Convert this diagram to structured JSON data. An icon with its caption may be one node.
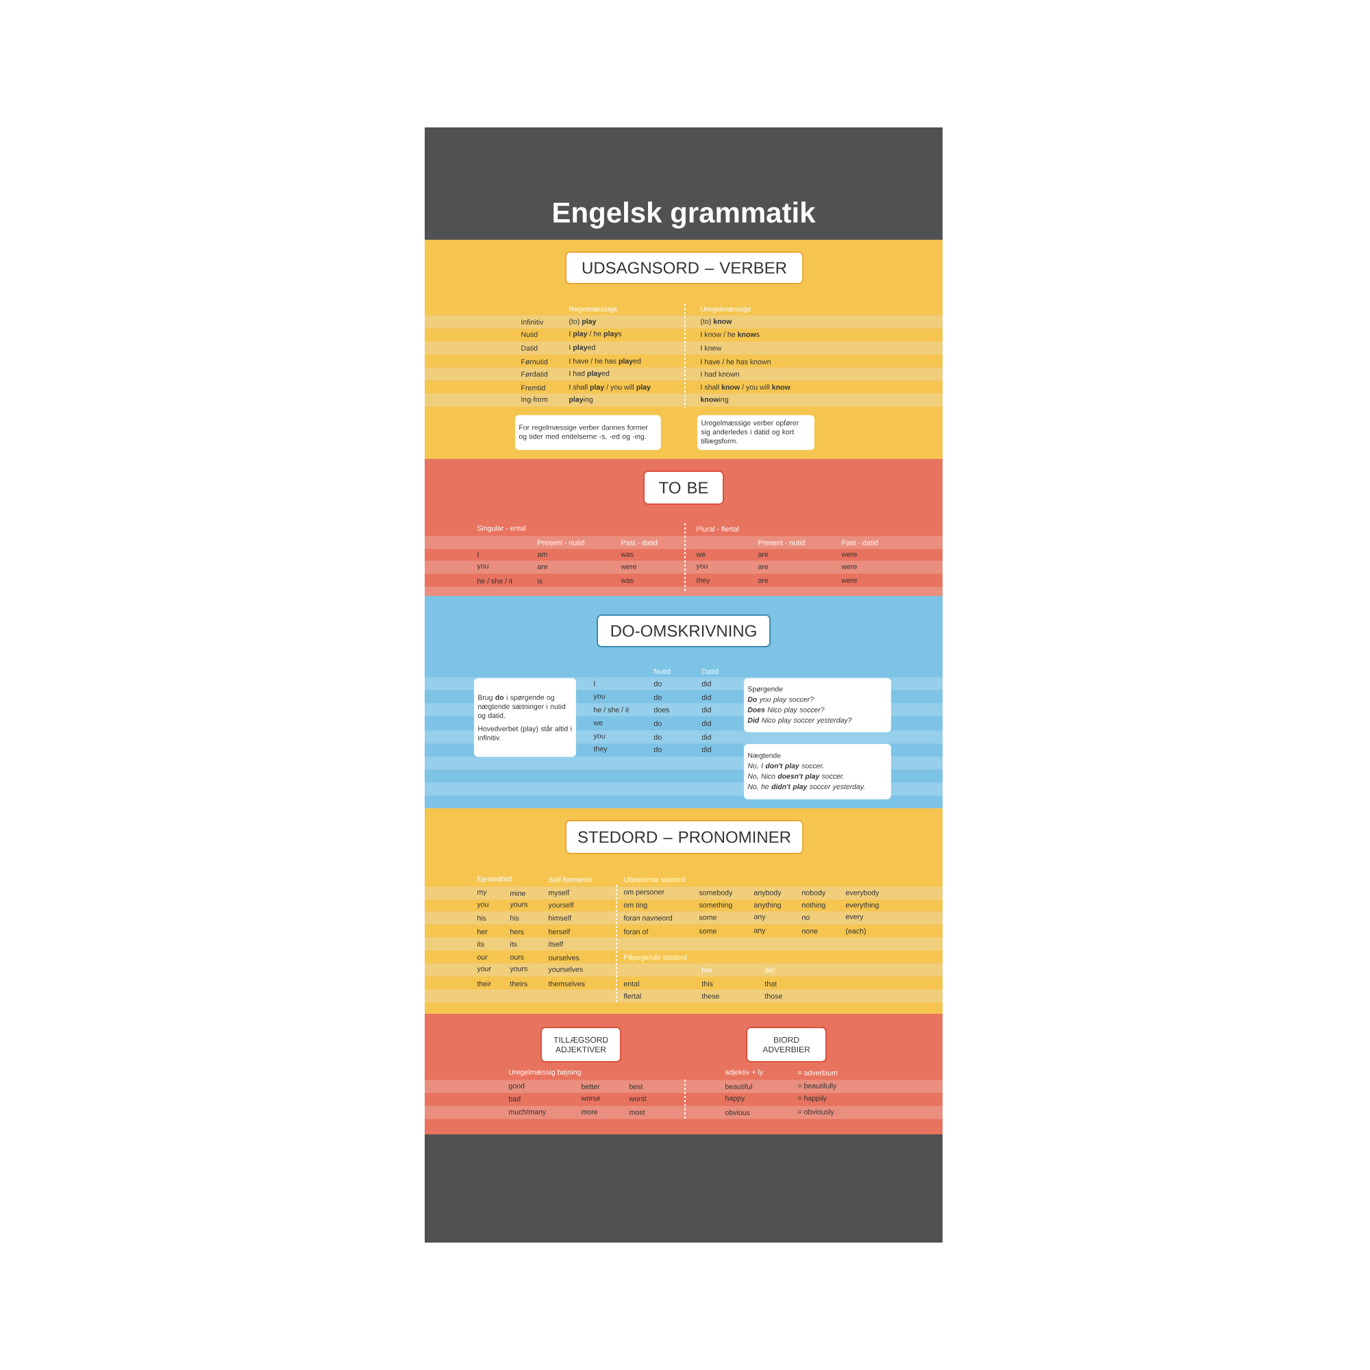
{
  "diagram": {
    "title": "Engelsk grammatik",
    "nodes": [
      {
        "text": [
          "UDSAGNSORD – VERBER"
        ]
      },
      {
        "text": [
          "For regelmæssige verber dannes former og tider med endelserne -s, -ed og -ing."
        ]
      },
      {
        "text": [
          "Uregelmæssige verber opfører sig anderledes i datid og kort tillægsform."
        ]
      },
      {
        "text": [
          "TO BE"
        ]
      },
      {
        "text": [
          "DO-OMSKRIVNING"
        ]
      },
      {
        "text": [
          "Brug **do** i spørgende og nægtende sætninger i nutid og datid.",
          "Hovedverbet (play) står altid i infinitiv."
        ]
      },
      {
        "text": [
          "Spørgende",
          "**Do** you play soccer?",
          "**Does** Nico play soccer?",
          "**Did** Nico play soccer yesterday?"
        ]
      },
      {
        "text": [
          "Nægtende",
          "No, I **don't play** soccer.",
          "No, Nico **doesn't play** soccer.",
          "No, he **didn't play** soccer yesterday."
        ]
      },
      {
        "text": [
          "STEDORD – PRONOMINER"
        ]
      },
      {
        "text": [
          "TILLÆGSORD ADJEKTIVER"
        ]
      },
      {
        "text": [
          "BIORD ADVERBIER"
        ]
      }
    ],
    "labels": [
      "Regelmæssige",
      "Uregelmæssige",
      "Infinitiv",
      "(to) **play**",
      "(to) **know**",
      "Nutid",
      "I **play** / he **play**s",
      "I know / he **know**s",
      "Datid",
      "I **play**ed",
      "I knew",
      "Førnutid",
      "I have / he has **play**ed",
      "I have / he has known",
      "Førdatid",
      "I had **play**ed",
      "I had known",
      "Fremtid",
      "I shall **play** / you will **play**",
      "I shall **know** / you will **know**",
      "Ing-form",
      "**play**ing",
      "**know**ing",
      "Singular - ental",
      "Plural - flertal",
      "Present - nutid",
      "Past - datid",
      "Present - nutid",
      "Past - datid",
      "I",
      "am",
      "was",
      "we",
      "are",
      "were",
      "you",
      "are",
      "were",
      "you",
      "are",
      "were",
      "he / she / it",
      "is",
      "was",
      "they",
      "are",
      "were",
      "Nutid",
      "Datid",
      "I",
      "do",
      "did",
      "you",
      "do",
      "did",
      "he / she / it",
      "does",
      "did",
      "we",
      "do",
      "did",
      "you",
      "do",
      "did",
      "they",
      "do",
      "did",
      "Ejestedord",
      "Self-formerne",
      "Ubestemte stedord",
      "my",
      "mine",
      "myself",
      "om personer",
      "somebody",
      "anybody",
      "nobody",
      "everybody",
      "you",
      "yours",
      "yourself",
      "om ting",
      "something",
      "anything",
      "nothing",
      "everything",
      "his",
      "his",
      "himself",
      "foran navneord",
      "some",
      "any",
      "no",
      "every",
      "her",
      "hers",
      "herself",
      "foran of",
      "some",
      "any",
      "none",
      "(each)",
      "its",
      "its",
      "itself",
      "our",
      "ours",
      "ourselves",
      "Påpegende stedord",
      "your",
      "yours",
      "yourselves",
      "her",
      "der",
      "their",
      "theirs",
      "themselves",
      "ental",
      "this",
      "that",
      "flertal",
      "these",
      "those",
      "Uregelmæssig bøjning",
      "adjektiv + ly",
      "= adverbium",
      "good",
      "better",
      "best",
      "beautiful",
      "= beautifully",
      "bad",
      "worse",
      "worst",
      "happy",
      "= happily",
      "much/many",
      "more",
      "most",
      "obvious",
      "= obviously"
    ]
  }
}
